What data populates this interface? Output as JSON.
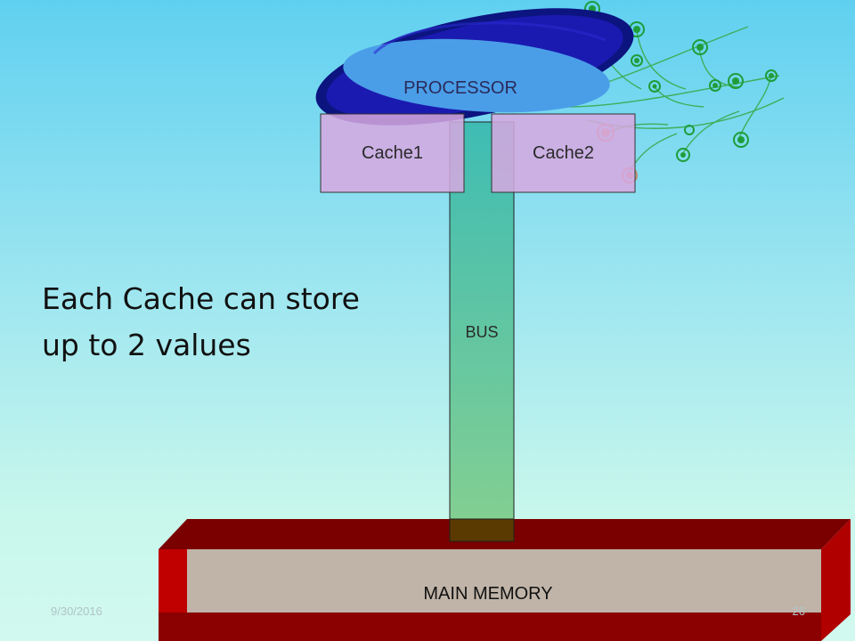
{
  "diagram": {
    "processor_label": "PROCESSOR",
    "cache1_label": "Cache1",
    "cache2_label": "Cache2",
    "bus_label": "BUS",
    "main_memory_label": "MAIN MEMORY"
  },
  "body_text": {
    "line1": "Each Cache can store",
    "line2": "up to 2 values"
  },
  "footer": {
    "date": "9/30/2016",
    "page_number": "26"
  },
  "colors": {
    "background_top": "#60d0f0",
    "background_bottom": "#d2f9ef",
    "processor_ring": "#1a1aa0",
    "processor_center": "#4a9ee8",
    "cache_fill": "#d8a8e0",
    "bus_fill": "#5cc8a0",
    "memory_frame": "#8b0000",
    "memory_panel": "#c0b4a8"
  },
  "icons": [
    "decorative-vine-icon"
  ]
}
